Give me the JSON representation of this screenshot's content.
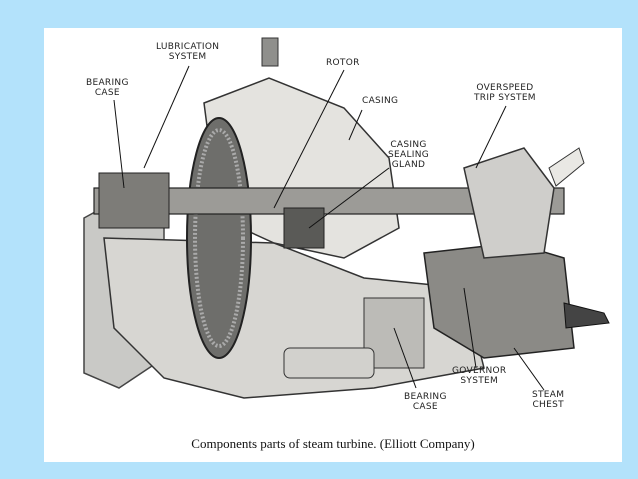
{
  "colors": {
    "background": "#b3e2fb",
    "figure_background": "#ffffff",
    "ink": "#222222"
  },
  "figure": {
    "labels": {
      "lubrication_system": [
        "LUBRICATION",
        "SYSTEM"
      ],
      "bearing_case_left": [
        "BEARING",
        "CASE"
      ],
      "rotor": [
        "ROTOR"
      ],
      "casing": [
        "CASING"
      ],
      "casing_sealing_gland": [
        "CASING",
        "SEALING",
        "GLAND"
      ],
      "overspeed_trip_system": [
        "OVERSPEED",
        "TRIP SYSTEM"
      ],
      "governor_system": [
        "GOVERNOR",
        "SYSTEM"
      ],
      "bearing_case_bottom": [
        "BEARING",
        "CASE"
      ],
      "steam_chest": [
        "STEAM",
        "CHEST"
      ]
    },
    "caption": "Components parts of steam turbine.   (Elliott Company)"
  }
}
